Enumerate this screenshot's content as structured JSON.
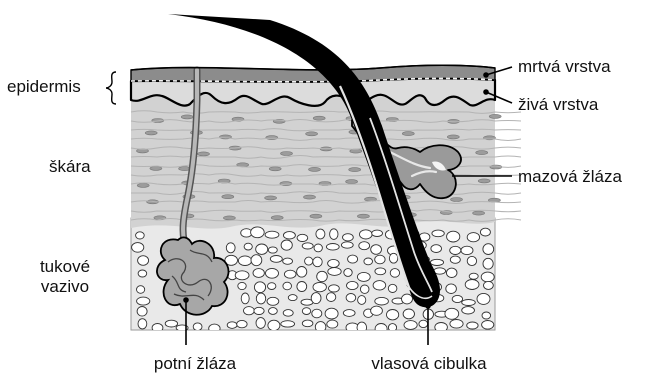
{
  "labels": {
    "epidermis": "epidermis",
    "mrtva_vrstva": "mrtvá vrstva",
    "ziva_vrstva": "živá vrstva",
    "skara": "škára",
    "mazova_zlaza": "mazová žláza",
    "tukove": "tukové",
    "vazivo": "vazivo",
    "potni_zlaza": "potní žláza",
    "vlasova_cibulka": "vlasová cibulka"
  },
  "colors": {
    "dead_layer": "#8c8c8c",
    "living_layer": "#dcdcdc",
    "dermis": "#d2d2d2",
    "fat": "#e9e9e9",
    "hair": "#0a0a0a",
    "gland": "#9a9a9a"
  }
}
